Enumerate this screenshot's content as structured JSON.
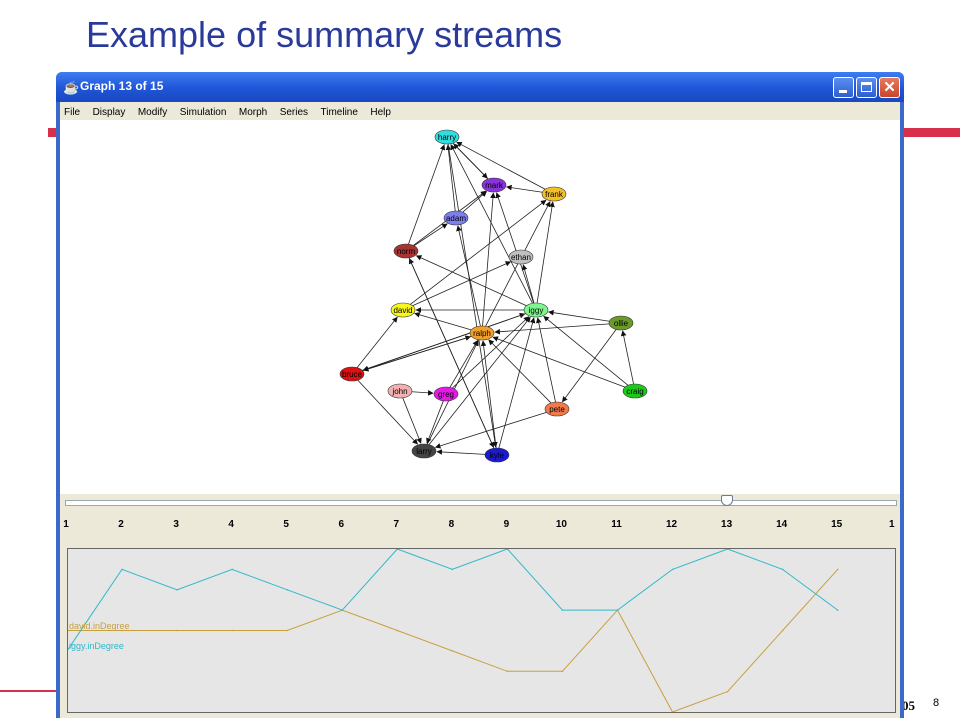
{
  "slide": {
    "title": "Example of summary streams",
    "page_number": "8",
    "footer_fragment": "05",
    "accent_color": "#d6304a"
  },
  "window": {
    "title": "Graph 13 of 15",
    "controls": [
      "minimize-icon",
      "maximize-icon",
      "close-icon"
    ]
  },
  "menu": {
    "items": [
      "File",
      "Display",
      "Modify",
      "Simulation",
      "Morph",
      "Series",
      "Timeline",
      "Help"
    ]
  },
  "graph": {
    "nodes": [
      {
        "id": "harry",
        "label": "harry",
        "color": "#33dddd"
      },
      {
        "id": "mark",
        "label": "mark",
        "color": "#8a33dd"
      },
      {
        "id": "frank",
        "label": "frank",
        "color": "#f2c02a"
      },
      {
        "id": "adam",
        "label": "adam",
        "color": "#7b7ff0"
      },
      {
        "id": "norm",
        "label": "norm",
        "color": "#a83333"
      },
      {
        "id": "ethan",
        "label": "ethan",
        "color": "#c0c0c0"
      },
      {
        "id": "david",
        "label": "david",
        "color": "#f7f71c"
      },
      {
        "id": "iggy",
        "label": "iggy",
        "color": "#7cf78c"
      },
      {
        "id": "ollie",
        "label": "ollie",
        "color": "#6a9a2a"
      },
      {
        "id": "ralph",
        "label": "ralph",
        "color": "#f2a02a"
      },
      {
        "id": "bruce",
        "label": "bruce",
        "color": "#dd1111"
      },
      {
        "id": "john",
        "label": "john",
        "color": "#f2b0b0"
      },
      {
        "id": "greg",
        "label": "greg",
        "color": "#e61ae6"
      },
      {
        "id": "craig",
        "label": "craig",
        "color": "#1acc1a"
      },
      {
        "id": "pete",
        "label": "pete",
        "color": "#f27a4a"
      },
      {
        "id": "larry",
        "label": "larry",
        "color": "#444444"
      },
      {
        "id": "kyle",
        "label": "kyle",
        "color": "#1a1ad6"
      }
    ],
    "edges": [
      [
        "mark",
        "harry"
      ],
      [
        "frank",
        "harry"
      ],
      [
        "adam",
        "harry"
      ],
      [
        "norm",
        "harry"
      ],
      [
        "harry",
        "mark"
      ],
      [
        "adam",
        "mark"
      ],
      [
        "frank",
        "mark"
      ],
      [
        "norm",
        "mark"
      ],
      [
        "ralph",
        "adam"
      ],
      [
        "norm",
        "adam"
      ],
      [
        "david",
        "frank"
      ],
      [
        "iggy",
        "frank"
      ],
      [
        "iggy",
        "harry"
      ],
      [
        "iggy",
        "mark"
      ],
      [
        "ralph",
        "mark"
      ],
      [
        "iggy",
        "ethan"
      ],
      [
        "david",
        "ethan"
      ],
      [
        "iggy",
        "norm"
      ],
      [
        "kyle",
        "norm"
      ],
      [
        "ralph",
        "frank"
      ],
      [
        "bruce",
        "david"
      ],
      [
        "iggy",
        "david"
      ],
      [
        "ralph",
        "david"
      ],
      [
        "ollie",
        "iggy"
      ],
      [
        "ollie",
        "ralph"
      ],
      [
        "craig",
        "ollie"
      ],
      [
        "craig",
        "iggy"
      ],
      [
        "craig",
        "ralph"
      ],
      [
        "pete",
        "iggy"
      ],
      [
        "pete",
        "ralph"
      ],
      [
        "ollie",
        "pete"
      ],
      [
        "bruce",
        "ralph"
      ],
      [
        "bruce",
        "iggy"
      ],
      [
        "greg",
        "ralph"
      ],
      [
        "greg",
        "iggy"
      ],
      [
        "john",
        "greg"
      ],
      [
        "john",
        "larry"
      ],
      [
        "bruce",
        "larry"
      ],
      [
        "larry",
        "ralph"
      ],
      [
        "larry",
        "iggy"
      ],
      [
        "kyle",
        "larry"
      ],
      [
        "pete",
        "larry"
      ],
      [
        "kyle",
        "ralph"
      ],
      [
        "kyle",
        "iggy"
      ],
      [
        "norm",
        "kyle"
      ],
      [
        "iggy",
        "bruce"
      ],
      [
        "ralph",
        "bruce"
      ],
      [
        "greg",
        "larry"
      ],
      [
        "harry",
        "kyle"
      ]
    ]
  },
  "timeline": {
    "ticks": [
      "1",
      "2",
      "3",
      "4",
      "5",
      "6",
      "7",
      "8",
      "9",
      "10",
      "11",
      "12",
      "13",
      "14",
      "15",
      "1"
    ],
    "current": 13,
    "series": [
      {
        "name": "david.inDegree",
        "color": "#c8a040"
      },
      {
        "name": "iggy.inDegree",
        "color": "#30b8c8"
      }
    ]
  },
  "chart_data": {
    "type": "line",
    "x": [
      1,
      2,
      3,
      4,
      5,
      6,
      7,
      8,
      9,
      10,
      11,
      12,
      13,
      14,
      15
    ],
    "ylim": [
      0,
      8
    ],
    "series": [
      {
        "name": "david.inDegree",
        "values": [
          4,
          4,
          4,
          4,
          4,
          5,
          4,
          3,
          2,
          2,
          5,
          0,
          1,
          4,
          7
        ]
      },
      {
        "name": "iggy.inDegree",
        "values": [
          3,
          7,
          6,
          7,
          6,
          5,
          8,
          7,
          8,
          5,
          5,
          7,
          8,
          7,
          5
        ]
      }
    ]
  }
}
